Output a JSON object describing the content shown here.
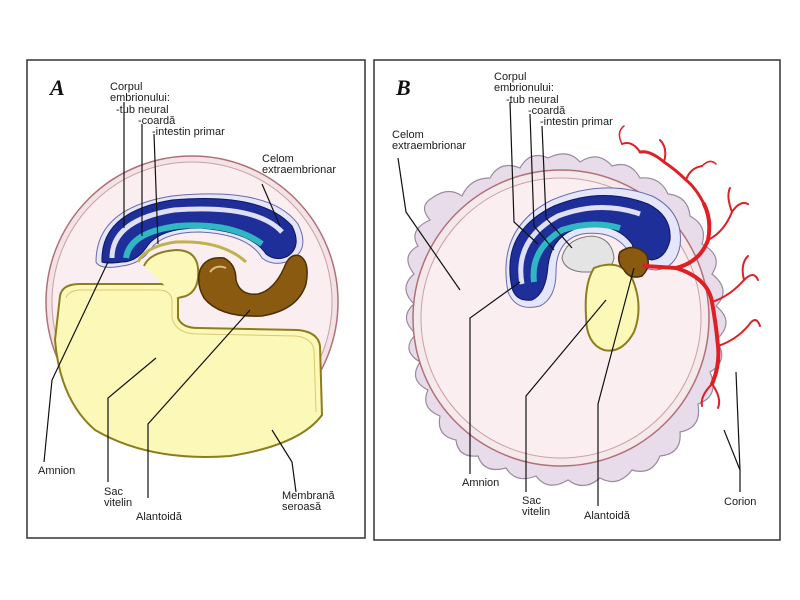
{
  "panels": [
    {
      "letter": "A",
      "labels": {
        "corpul_1": "Corpul",
        "corpul_2": "embrionului:",
        "tub": "-tub  neural",
        "coarda": "-coardă",
        "intestin": "-intestin  primar",
        "celom_1": "Celom",
        "celom_2": "extraembrionar",
        "amnion": "Amnion",
        "sac_1": "Sac",
        "sac_2": "vitelin",
        "alantoida": "Alantoidă",
        "membrana_1": "Membrană",
        "membrana_2": "seroasă"
      }
    },
    {
      "letter": "B",
      "labels": {
        "corpul_1": "Corpul",
        "corpul_2": "embrionului:",
        "tub": "-tub  neural",
        "coarda": "-coardă",
        "intestin": "-intestin  primar",
        "celom_1": "Celom",
        "celom_2": "extraembrionar",
        "amnion": "Amnion",
        "sac_1": "Sac",
        "sac_2": "vitelin",
        "alantoida": "Alantoidă",
        "corion": "Corion"
      }
    }
  ],
  "colors": {
    "outer_ring": "#f3e3e6",
    "coelom": "#fbeef0",
    "yolk_sac": "#fcf8b8",
    "neural_tube": "#1f2f9a",
    "amnion_fill": "#e6e6fa",
    "chorda": "#2fb8c3",
    "allantois": "#8a5a10",
    "villi": "#e8dcea",
    "blood_vessels": "#e01f24"
  }
}
